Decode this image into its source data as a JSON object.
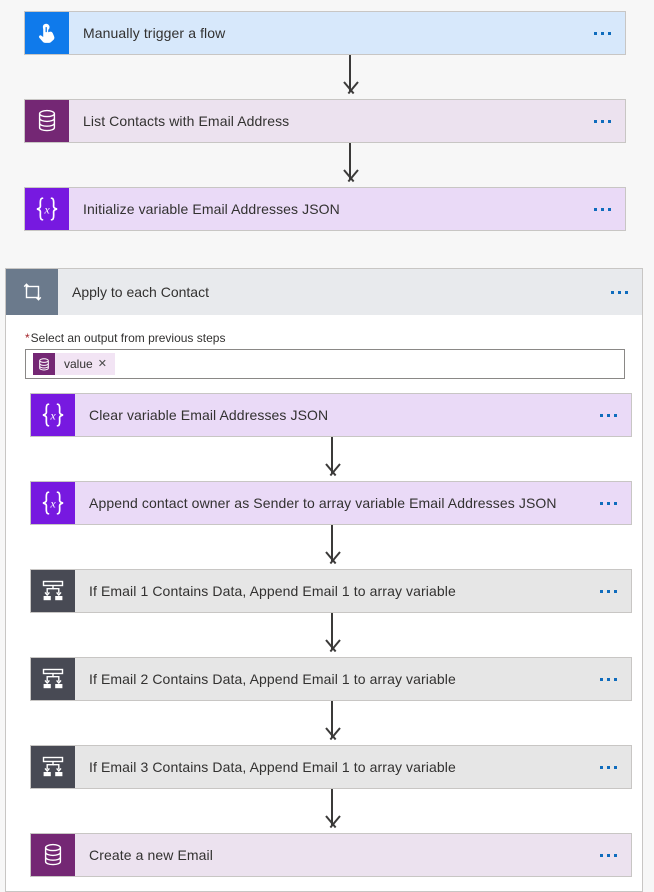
{
  "flow": {
    "top_steps": [
      {
        "label": "Manually trigger a flow",
        "type": "trigger",
        "icon": "hand-pointer-icon"
      },
      {
        "label": "List Contacts with Email Address",
        "type": "dataverse",
        "icon": "database-icon"
      },
      {
        "label": "Initialize variable Email Addresses JSON",
        "type": "variable",
        "icon": "variable-braces-icon"
      }
    ],
    "scope": {
      "title": "Apply to each Contact",
      "icon": "loop-icon",
      "field": {
        "required_marker": "*",
        "label": "Select an output from previous steps",
        "token": {
          "text": "value",
          "icon": "database-icon",
          "close": "✕"
        }
      },
      "steps": [
        {
          "label": "Clear variable Email Addresses JSON",
          "type": "variable",
          "icon": "variable-braces-icon"
        },
        {
          "label": "Append contact owner as Sender to array variable Email Addresses JSON",
          "type": "variable",
          "icon": "variable-braces-icon"
        },
        {
          "label": "If Email 1 Contains Data, Append Email 1 to array variable",
          "type": "condition",
          "icon": "condition-branch-icon"
        },
        {
          "label": "If Email 2 Contains Data, Append Email 1 to array variable",
          "type": "condition",
          "icon": "condition-branch-icon"
        },
        {
          "label": "If Email 3 Contains Data, Append Email 1 to array variable",
          "type": "condition",
          "icon": "condition-branch-icon"
        },
        {
          "label": "Create a new Email",
          "type": "dataverse",
          "icon": "database-icon"
        }
      ]
    },
    "menu_glyph": "···",
    "colors": {
      "trigger_accent": "#0f7aeb",
      "dataverse_accent": "#742774",
      "variable_accent": "#7719e0",
      "condition_accent": "#484a54",
      "scope_accent": "#6b7a8c",
      "menu_dot": "#0f6cbd",
      "required": "#a4262c"
    }
  }
}
